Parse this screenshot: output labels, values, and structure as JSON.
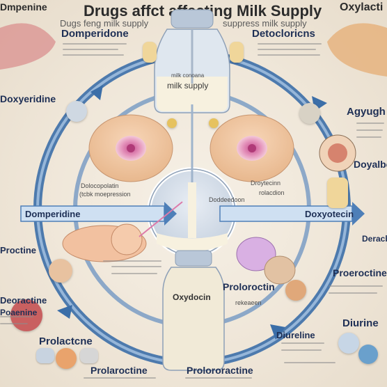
{
  "title": "Drugs affct affecting Milk Supply",
  "subtitle_left": "Dugs feng milk supply",
  "subtitle_right": "suppress milk supply",
  "corner_tl": "Dmpenine",
  "corner_tr": "Oxylacti",
  "top_left_label": "Domperidone",
  "top_right_label": "Detocloricns",
  "left_upper_label": "Doxyeridine",
  "right_upper_label": "Agyugh",
  "right_mid_label": "Doyalbo",
  "bottle_top_label": "milk supply",
  "bottle_top_label_small": "milk conoana",
  "arrow_left_label": "Domperidine",
  "arrow_right_label": "Doxyotecin",
  "center_small_1": "Dolocopolatin",
  "center_small_2": "(tcbk moepression",
  "center_right_1": "Droytecinn",
  "center_right_2": "rolacdion",
  "center_bottom": "Doddeedoon",
  "left_mid_label": "Proctine",
  "right_mid2_label": "Deracb",
  "right_lower_label": "Proeroctine",
  "left_lower_label": "Deoractine",
  "left_lower2_label": "Prolactcne",
  "bottle_bottom_label": "Oxydocin",
  "center_bottom_label": "Proloroctin",
  "center_bottom_sub": "rekeaeen",
  "right_bottom_label": "Diurine",
  "bottom_center_label": "Diureline",
  "bottom_left_label": "Prolaroctine",
  "bottom_mid_label": "Prolororactine",
  "left_bottom_label": "Poaenine",
  "colors": {
    "ring": "#3b6ea8",
    "accent": "#dd7aa9",
    "milk": "#f7f1df",
    "text_dark": "#1e2f55"
  }
}
